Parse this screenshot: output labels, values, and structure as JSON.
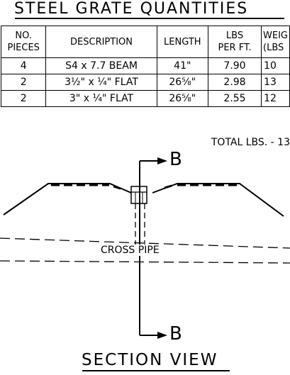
{
  "table": {
    "title": "STEEL GRATE QUANTITIES",
    "headers": [
      {
        "line1": "NO.",
        "line2": "PIECES"
      },
      {
        "line1": "DESCRIPTION",
        "line2": ""
      },
      {
        "line1": "LENGTH",
        "line2": ""
      },
      {
        "line1": "LBS",
        "line2": "PER FT."
      },
      {
        "line1": "WEIG",
        "line2": "(LBS"
      }
    ],
    "rows": [
      {
        "pieces": "4",
        "description": "S4 x 7.7 BEAM",
        "length": "41\"",
        "lbs_per_ft": "7.90",
        "weight": "10"
      },
      {
        "pieces": "2",
        "description": "3½\" x ¼\" FLAT",
        "length": "26⅝\"",
        "lbs_per_ft": "2.98",
        "weight": "13"
      },
      {
        "pieces": "2",
        "description": "3\" x ¼\" FLAT",
        "length": "26⅝\"",
        "lbs_per_ft": "2.55",
        "weight": "12"
      }
    ],
    "total": "TOTAL LBS. - 13"
  },
  "section": {
    "cut_label_top": "B",
    "cut_label_bottom": "B",
    "pipe_label": "CROSS PIPE",
    "title": "SECTION VIEW"
  }
}
